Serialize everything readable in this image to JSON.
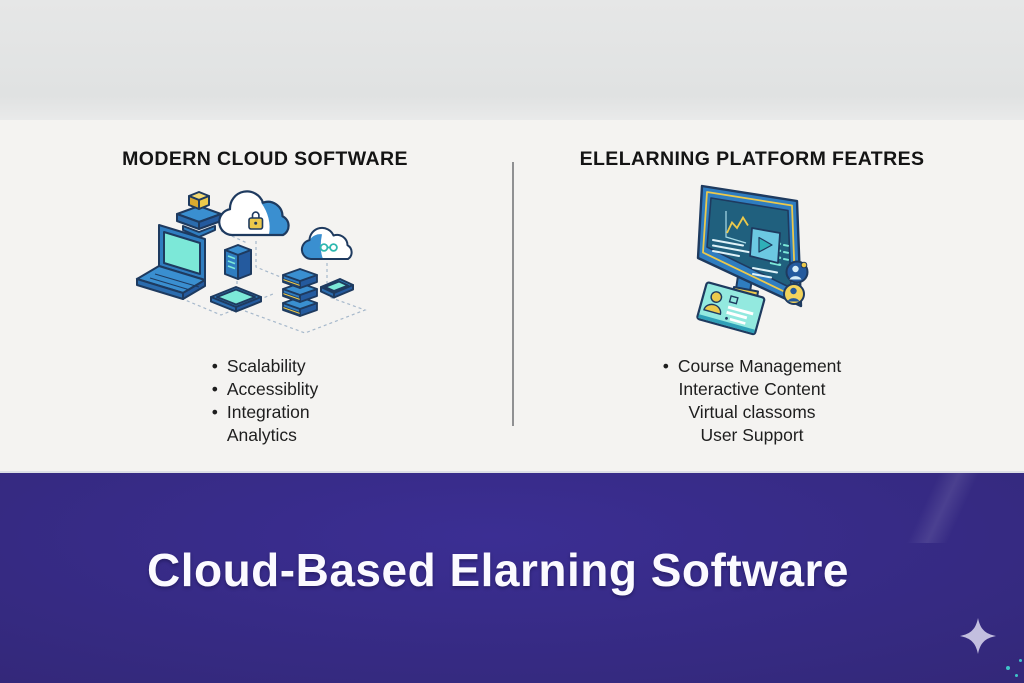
{
  "columns": {
    "left": {
      "heading": "MODERN CLOUD SOFTWARE",
      "illustration": "cloud-computing-isometric-illustration",
      "items": [
        {
          "text": "Scalability",
          "bullet": true
        },
        {
          "text": "Accessiblity",
          "bullet": true
        },
        {
          "text": "Integration",
          "bullet": true
        },
        {
          "text": "Analytics",
          "bullet": false
        }
      ]
    },
    "right": {
      "heading": "ELELARNING PLATFORM FEATRES",
      "illustration": "elearning-monitor-isometric-illustration",
      "items": [
        {
          "text": "Course Management",
          "bullet": true
        },
        {
          "text": "Interactive Content",
          "bullet": false
        },
        {
          "text": "Virtual classoms",
          "bullet": false
        },
        {
          "text": "User Support",
          "bullet": false
        }
      ]
    }
  },
  "footer": {
    "title": "Cloud-Based Elarning Software",
    "sparkle_icon": "four-point-star"
  },
  "ui": {
    "bullet_char": "•"
  },
  "colors": {
    "top_band": "#e3e4e5",
    "content_band": "#f4f3f1",
    "bottom_band_purple": "#31267f",
    "accent_yellow": "#ecc94b",
    "accent_blue": "#2f7dc0",
    "accent_teal": "#7ce8d8",
    "outline_navy": "#1e3a5f",
    "heading_text": "#141414",
    "body_text": "#1e1e1e",
    "title_text": "#fbfaff",
    "sparkle": "#c3bfdf"
  }
}
